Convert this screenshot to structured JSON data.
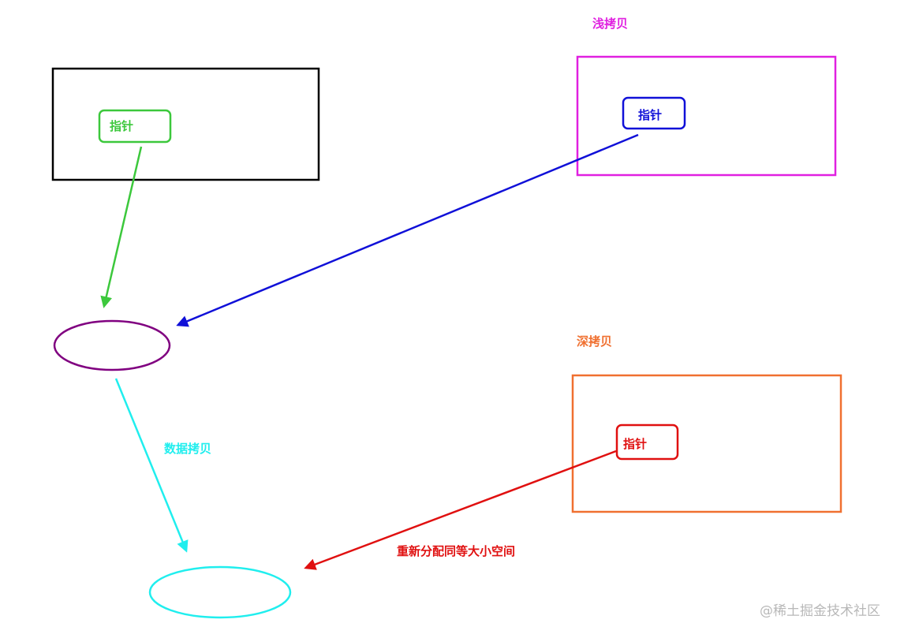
{
  "colors": {
    "black_box": "#000000",
    "shallow": "#e020e0",
    "deep": "#f07030",
    "green": "#3cc83c",
    "blue": "#1010d8",
    "red": "#e01010",
    "purple": "#800080",
    "cyan": "#20eeee"
  },
  "original": {
    "pointer_label": "指针"
  },
  "shallow_copy": {
    "title": "浅拷贝",
    "pointer_label": "指针"
  },
  "deep_copy": {
    "title": "深拷贝",
    "pointer_label": "指针"
  },
  "data_copy_label": "数据拷贝",
  "realloc_label": "重新分配同等大小空间",
  "watermark": "@稀土掘金技术社区"
}
